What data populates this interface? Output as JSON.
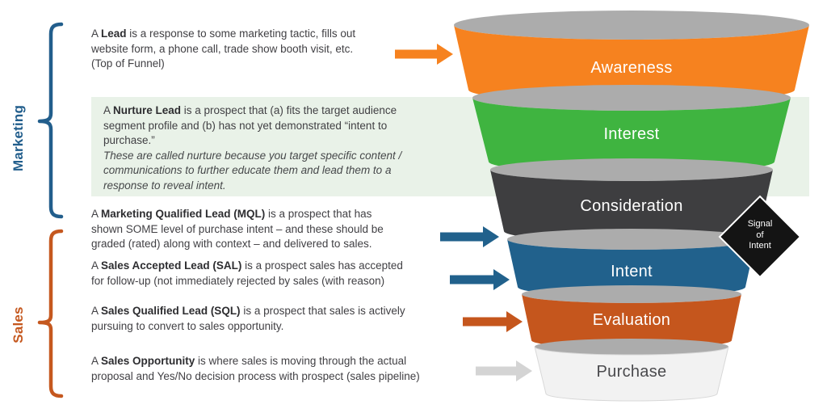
{
  "groups": {
    "marketing": {
      "label": "Marketing",
      "color": "#225E8C"
    },
    "sales": {
      "label": "Sales",
      "color": "#C5581F"
    }
  },
  "highlight": {
    "color": "#E9F2E8"
  },
  "definitions": [
    {
      "pre": "A ",
      "term": "Lead",
      "line1": " is a response to some marketing tactic, fills out",
      "lines": [
        "website form, a phone call, trade show booth visit, etc.",
        "(Top of Funnel)"
      ]
    },
    {
      "pre": "A ",
      "term": "Nurture Lead",
      "line1": " is a prospect that (a) fits the target audience",
      "lines": [
        "segment profile and (b) has not yet demonstrated “intent to",
        "purchase.”"
      ],
      "note_lines": [
        "These are called nurture because you target specific content /",
        "communications to further educate them and lead them to a",
        "response to reveal intent."
      ]
    },
    {
      "pre": "A ",
      "term": "Marketing Qualified Lead (MQL)",
      "line1": " is a prospect that has",
      "lines": [
        "shown SOME level of purchase intent – and these should be",
        "graded (rated) along with context – and delivered to sales."
      ]
    },
    {
      "pre": "A ",
      "term": "Sales Accepted Lead (SAL)",
      "line1": " is a prospect sales has accepted",
      "lines": [
        "for follow-up (not immediately rejected by sales (with reason)"
      ]
    },
    {
      "pre": "A ",
      "term": "Sales Qualified Lead (SQL)",
      "line1": " is a prospect that sales is actively",
      "lines": [
        "pursuing to convert to sales opportunity."
      ]
    },
    {
      "pre": "A ",
      "term": "Sales Opportunity",
      "line1": " is where sales is moving through the actual",
      "lines": [
        "proposal and Yes/No decision process with prospect (sales pipeline)"
      ]
    }
  ],
  "funnel": {
    "rim_color": "#ACACAC",
    "stages": [
      {
        "label": "Awareness",
        "color": "#F6821F"
      },
      {
        "label": "Interest",
        "color": "#3FB440"
      },
      {
        "label": "Consideration",
        "color": "#3E3E40"
      },
      {
        "label": "Intent",
        "color": "#21618C"
      },
      {
        "label": "Evaluation",
        "color": "#C5561D"
      },
      {
        "label": "Purchase",
        "color": "#F2F2F2",
        "label_color": "#4A4A4D"
      }
    ]
  },
  "signal_badge": {
    "color": "#141414",
    "lines": [
      "Signal",
      "of",
      "Intent"
    ]
  },
  "arrows": [
    {
      "name": "lead-to-awareness",
      "color": "#F6821F"
    },
    {
      "name": "mql-to-intent",
      "color": "#21618C"
    },
    {
      "name": "sal-to-intent",
      "color": "#21618C"
    },
    {
      "name": "sql-to-evaluation",
      "color": "#C5561D"
    },
    {
      "name": "opportunity-to-purchase",
      "color": "#D4D4D4"
    }
  ]
}
